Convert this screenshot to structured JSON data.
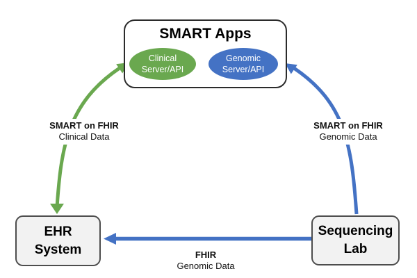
{
  "colors": {
    "green": "#6aa84f",
    "blue": "#4472c4",
    "node_fill": "#f2f2f2",
    "node_border": "#4d4d4d",
    "smart_border": "#2b2b2b"
  },
  "nodes": {
    "smart_apps": {
      "title": "SMART Apps"
    },
    "clinical_server": {
      "line1": "Clinical",
      "line2": "Server/API"
    },
    "genomic_server": {
      "line1": "Genomic",
      "line2": "Server/API"
    },
    "ehr": {
      "line1": "EHR",
      "line2": "System"
    },
    "lab": {
      "line1": "Sequencing",
      "line2": "Lab"
    }
  },
  "edges": {
    "ehr_smart": {
      "label_line1": "SMART on FHIR",
      "label_line2": "Clinical Data",
      "color_name": "green",
      "direction": "bidirectional"
    },
    "lab_smart": {
      "label_line1": "SMART on FHIR",
      "label_line2": "Genomic Data",
      "color_name": "blue",
      "direction": "lab-to-smart-apps"
    },
    "lab_ehr": {
      "label_line1": "FHIR",
      "label_line2": "Genomic Data",
      "color_name": "blue",
      "direction": "lab-to-ehr"
    }
  }
}
